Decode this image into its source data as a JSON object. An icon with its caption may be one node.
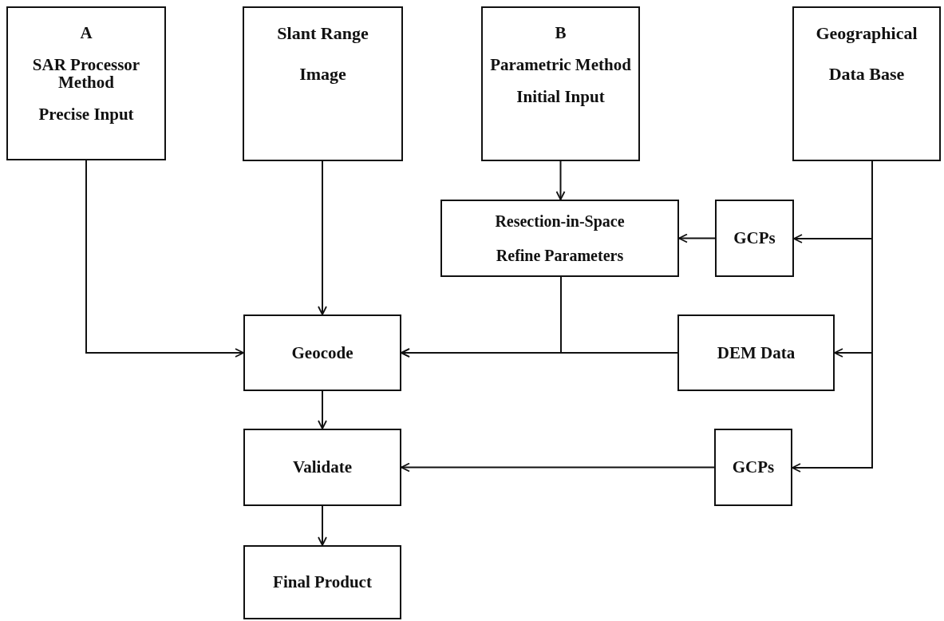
{
  "diagram": {
    "nodes": [
      {
        "text": [
          "A",
          "SAR Processor Method",
          "Precise Input"
        ]
      },
      {
        "text": [
          "Slant Range",
          "Image"
        ]
      },
      {
        "text": [
          "B",
          "Parametric Method",
          "Initial Input"
        ]
      },
      {
        "text": [
          "Geographical",
          "Data Base"
        ]
      },
      {
        "text": [
          "Resection-in-Space",
          "Refine Parameters"
        ]
      },
      {
        "text": [
          "GCPs"
        ]
      },
      {
        "text": [
          "Geocode"
        ]
      },
      {
        "text": [
          "DEM Data"
        ]
      },
      {
        "text": [
          "Validate"
        ]
      },
      {
        "text": [
          "GCPs"
        ]
      },
      {
        "text": [
          "Final Product"
        ]
      }
    ],
    "edges": [
      {
        "from": 0,
        "to": 6,
        "arrow": "to"
      },
      {
        "from": 1,
        "to": 6,
        "arrow": "to"
      },
      {
        "from": 2,
        "to": 4,
        "arrow": "to"
      },
      {
        "from": 3,
        "to": 5,
        "arrow": "to"
      },
      {
        "from": 5,
        "to": 4,
        "arrow": "to"
      },
      {
        "from": 4,
        "to": 6,
        "arrow": "to"
      },
      {
        "from": 7,
        "to": 6,
        "arrow": "to"
      },
      {
        "from": 3,
        "to": 7,
        "arrow": "to"
      },
      {
        "from": 3,
        "to": 9,
        "arrow": "to"
      },
      {
        "from": 9,
        "to": 8,
        "arrow": "to"
      },
      {
        "from": 6,
        "to": 8,
        "arrow": "to"
      },
      {
        "from": 8,
        "to": 10,
        "arrow": "to"
      }
    ]
  }
}
